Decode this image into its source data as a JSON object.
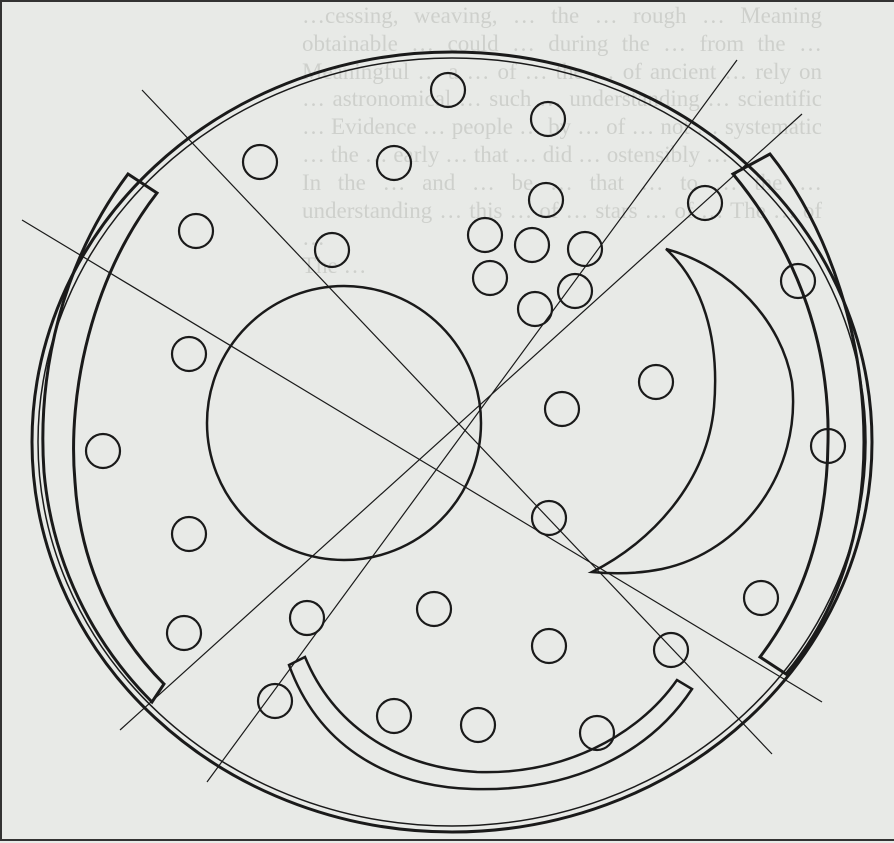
{
  "figure": {
    "background_text": [
      "…cessing, weaving, … the … rough … Meaning obtainable … could … during the … from the … Meaningful … a … of … the … of ancient … rely on … astronomical … such … understanding … scientific … Evidence … people … by … of … not … systematic … the … early … that … did … ostensibly …",
      "In the … and … be … that … to … the … understanding … this … of … stars … of … The … of …",
      "The …"
    ],
    "line_color": "#1a1a1a",
    "paper_color": "#e8eae7"
  }
}
